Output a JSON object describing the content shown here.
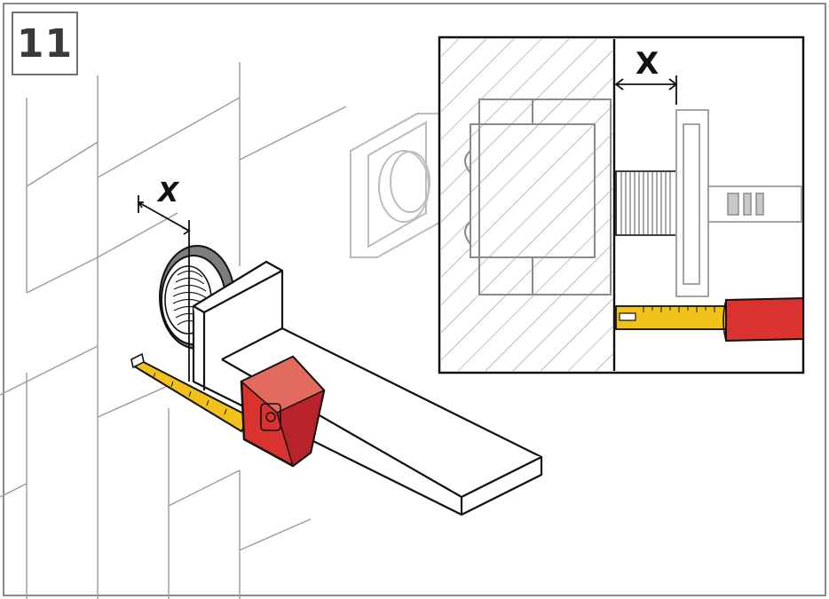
{
  "step_number": "11",
  "dimension_label_main": "X",
  "dimension_label_detail": "X",
  "colors": {
    "tape_body": "#d9322f",
    "tape_grip": "#b8222a",
    "tape_blade": "#f2c21b",
    "outline": "#111111",
    "ghost": "#b5b5b5",
    "frame": "#8a8a8a"
  }
}
